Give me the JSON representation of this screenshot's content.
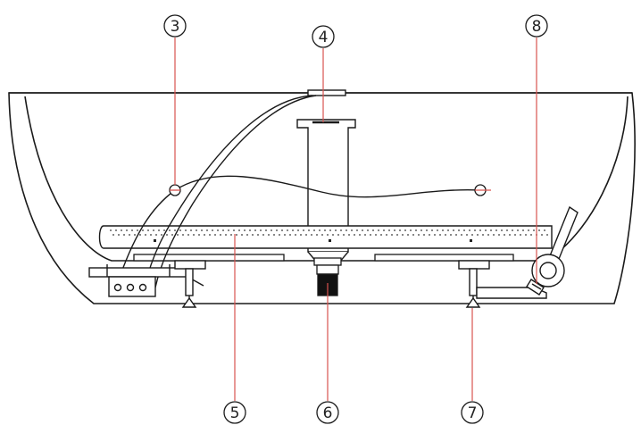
{
  "diagram": {
    "callouts": [
      {
        "id": "c3",
        "label": "3"
      },
      {
        "id": "c4",
        "label": "4"
      },
      {
        "id": "c5",
        "label": "5"
      },
      {
        "id": "c6",
        "label": "6"
      },
      {
        "id": "c7",
        "label": "7"
      },
      {
        "id": "c8",
        "label": "8"
      }
    ],
    "colors": {
      "outline": "#1a1a1a",
      "leader_line": "#d9534f",
      "fill_dark": "#111111",
      "fill_light": "#ffffff"
    }
  }
}
